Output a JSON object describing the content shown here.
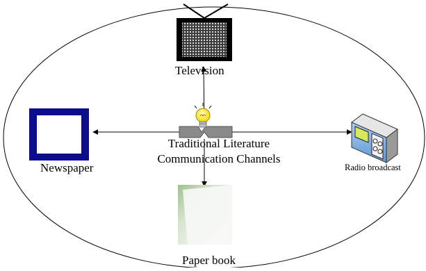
{
  "diagram": {
    "center": {
      "line1": "Traditional Literature",
      "line2": "Communication Channels"
    },
    "nodes": {
      "television": {
        "label": "Television"
      },
      "newspaper": {
        "label": "Newspaper"
      },
      "radio": {
        "label": "Radio broadcast"
      },
      "paper_book": {
        "label": "Paper book"
      }
    }
  }
}
